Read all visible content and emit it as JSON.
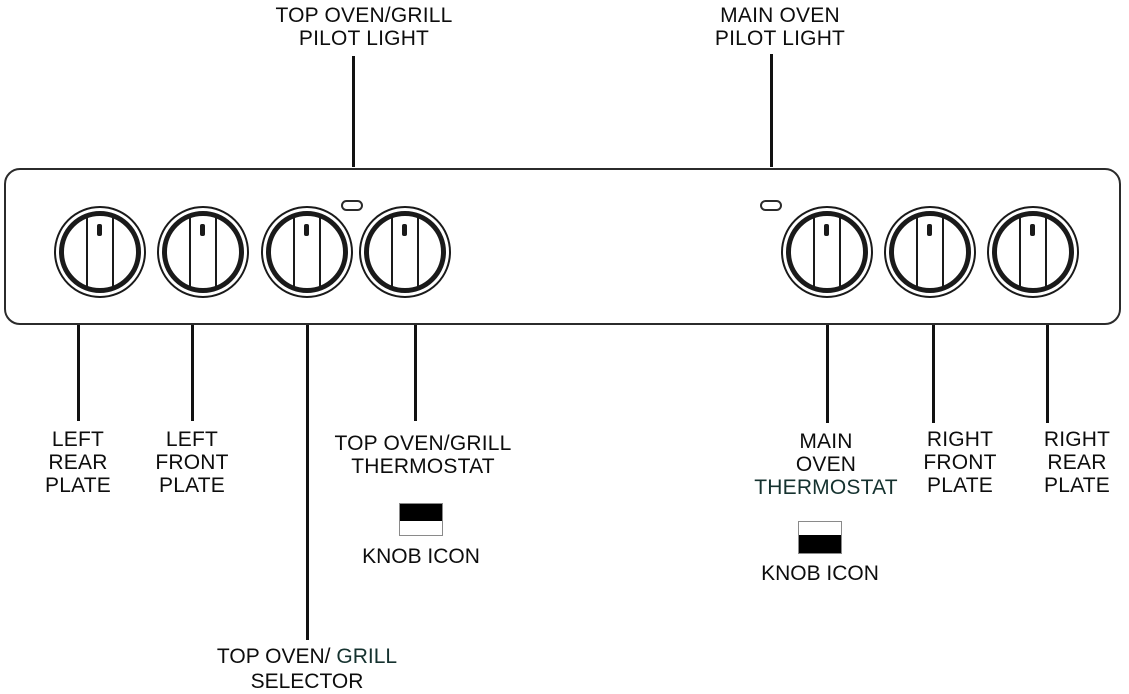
{
  "diagram": {
    "title": "Oven control panel component callout diagram",
    "panel": {
      "shape": "rounded-rectangle"
    }
  },
  "top_labels": [
    {
      "id": "top-oven-grill-pilot-light",
      "text": "TOP OVEN/GRILL\nPILOT LIGHT"
    },
    {
      "id": "main-oven-pilot-light",
      "text": "MAIN OVEN\nPILOT LIGHT"
    }
  ],
  "bottom_labels": [
    {
      "id": "left-rear-plate",
      "text": "LEFT\nREAR\nPLATE"
    },
    {
      "id": "left-front-plate",
      "text": "LEFT\nFRONT\nPLATE"
    },
    {
      "id": "top-oven-grill-thermostat",
      "text": "TOP OVEN/GRILL\nTHERMOSTAT"
    },
    {
      "id": "main-oven-thermostat-line1",
      "text": "MAIN"
    },
    {
      "id": "main-oven-thermostat-line2",
      "text": "OVEN"
    },
    {
      "id": "main-oven-thermostat-line3",
      "text": "THERMOSTAT"
    },
    {
      "id": "right-front-plate",
      "text": "RIGHT\nFRONT\nPLATE"
    },
    {
      "id": "right-rear-plate",
      "text": "RIGHT\nREAR\nPLATE"
    }
  ],
  "selector_label": {
    "id": "top-oven-grill-selector",
    "prefix": "TOP OVEN/ ",
    "accent": "GRILL",
    "line2": "SELECTOR"
  },
  "knob_icons": [
    {
      "id": "knob-icon-top-oven-grill",
      "caption": "KNOB ICON",
      "orientation": "top-black",
      "top_color": "#000000",
      "bottom_color": "#ffffff",
      "border_color": "#8a8a8a"
    },
    {
      "id": "knob-icon-main-oven",
      "caption": "KNOB ICON",
      "orientation": "top-white",
      "top_color": "#ffffff",
      "bottom_color": "#000000",
      "border_color": "#8a8a8a"
    }
  ],
  "knobs": [
    {
      "id": "knob-left-rear-plate",
      "position": "left-1"
    },
    {
      "id": "knob-left-front-plate",
      "position": "left-2"
    },
    {
      "id": "knob-top-oven-grill-selector",
      "position": "left-3"
    },
    {
      "id": "knob-top-oven-grill-thermostat",
      "position": "left-4"
    },
    {
      "id": "knob-main-oven-thermostat",
      "position": "right-1"
    },
    {
      "id": "knob-right-front-plate",
      "position": "right-2"
    },
    {
      "id": "knob-right-rear-plate",
      "position": "right-3"
    }
  ],
  "pilot_lights": [
    {
      "id": "pilot-light-top-oven-grill",
      "shape": "pill-outline"
    },
    {
      "id": "pilot-light-main-oven",
      "shape": "pill-outline"
    }
  ],
  "colors": {
    "stroke": "#1a1a1a",
    "panel_border": "#2b2b2b",
    "text": "#0d0d0d",
    "accent_tint": "#15322f",
    "background": "#ffffff"
  }
}
